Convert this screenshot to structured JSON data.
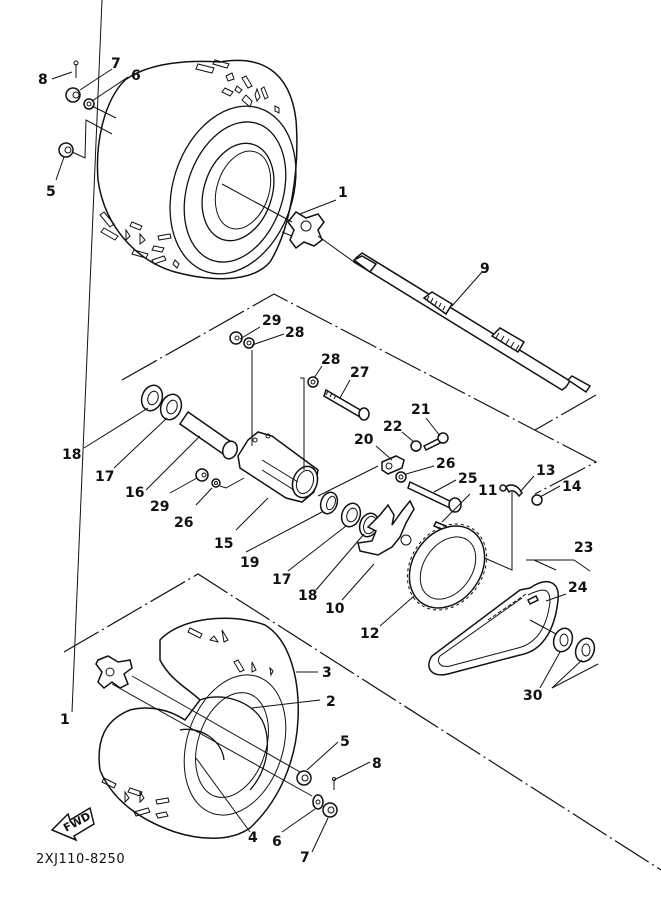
{
  "diagram": {
    "drawing_code": "2XJ110-8250",
    "direction_badge": "FWD",
    "groups": {
      "rear_wheel_right": {
        "tire": "tire",
        "parts": [
          "1",
          "5",
          "6",
          "7",
          "8"
        ]
      },
      "axle": {
        "parts": [
          "9"
        ]
      },
      "hub_assembly": {
        "parts": [
          "10",
          "11",
          "12",
          "13",
          "14",
          "15",
          "16",
          "17",
          "18",
          "19",
          "20",
          "21",
          "22",
          "25",
          "26",
          "27",
          "28",
          "29"
        ]
      },
      "chain": {
        "parts": [
          "23",
          "24",
          "30"
        ]
      },
      "rear_wheel_left": {
        "parts": [
          "1",
          "2",
          "3",
          "4",
          "5",
          "6",
          "7",
          "8"
        ]
      }
    },
    "callouts": [
      {
        "id": "c8a",
        "text": "8"
      },
      {
        "id": "c7a",
        "text": "7"
      },
      {
        "id": "c6a",
        "text": "6"
      },
      {
        "id": "c5a",
        "text": "5"
      },
      {
        "id": "c1a",
        "text": "1"
      },
      {
        "id": "c9",
        "text": "9"
      },
      {
        "id": "c29a",
        "text": "29"
      },
      {
        "id": "c28a",
        "text": "28"
      },
      {
        "id": "c28b",
        "text": "28"
      },
      {
        "id": "c27",
        "text": "27"
      },
      {
        "id": "c21",
        "text": "21"
      },
      {
        "id": "c22",
        "text": "22"
      },
      {
        "id": "c20",
        "text": "20"
      },
      {
        "id": "c26a",
        "text": "26"
      },
      {
        "id": "c25",
        "text": "25"
      },
      {
        "id": "c11",
        "text": "11"
      },
      {
        "id": "c13",
        "text": "13"
      },
      {
        "id": "c14",
        "text": "14"
      },
      {
        "id": "c18a",
        "text": "18"
      },
      {
        "id": "c17a",
        "text": "17"
      },
      {
        "id": "c16",
        "text": "16"
      },
      {
        "id": "c29b",
        "text": "29"
      },
      {
        "id": "c26b",
        "text": "26"
      },
      {
        "id": "c15",
        "text": "15"
      },
      {
        "id": "c19",
        "text": "19"
      },
      {
        "id": "c17b",
        "text": "17"
      },
      {
        "id": "c18b",
        "text": "18"
      },
      {
        "id": "c10",
        "text": "10"
      },
      {
        "id": "c12",
        "text": "12"
      },
      {
        "id": "c23",
        "text": "23"
      },
      {
        "id": "c24",
        "text": "24"
      },
      {
        "id": "c30",
        "text": "30"
      },
      {
        "id": "c3",
        "text": "3"
      },
      {
        "id": "c2",
        "text": "2"
      },
      {
        "id": "c1b",
        "text": "1"
      },
      {
        "id": "c5b",
        "text": "5"
      },
      {
        "id": "c8b",
        "text": "8"
      },
      {
        "id": "c4",
        "text": "4"
      },
      {
        "id": "c6b",
        "text": "6"
      },
      {
        "id": "c7b",
        "text": "7"
      }
    ]
  }
}
